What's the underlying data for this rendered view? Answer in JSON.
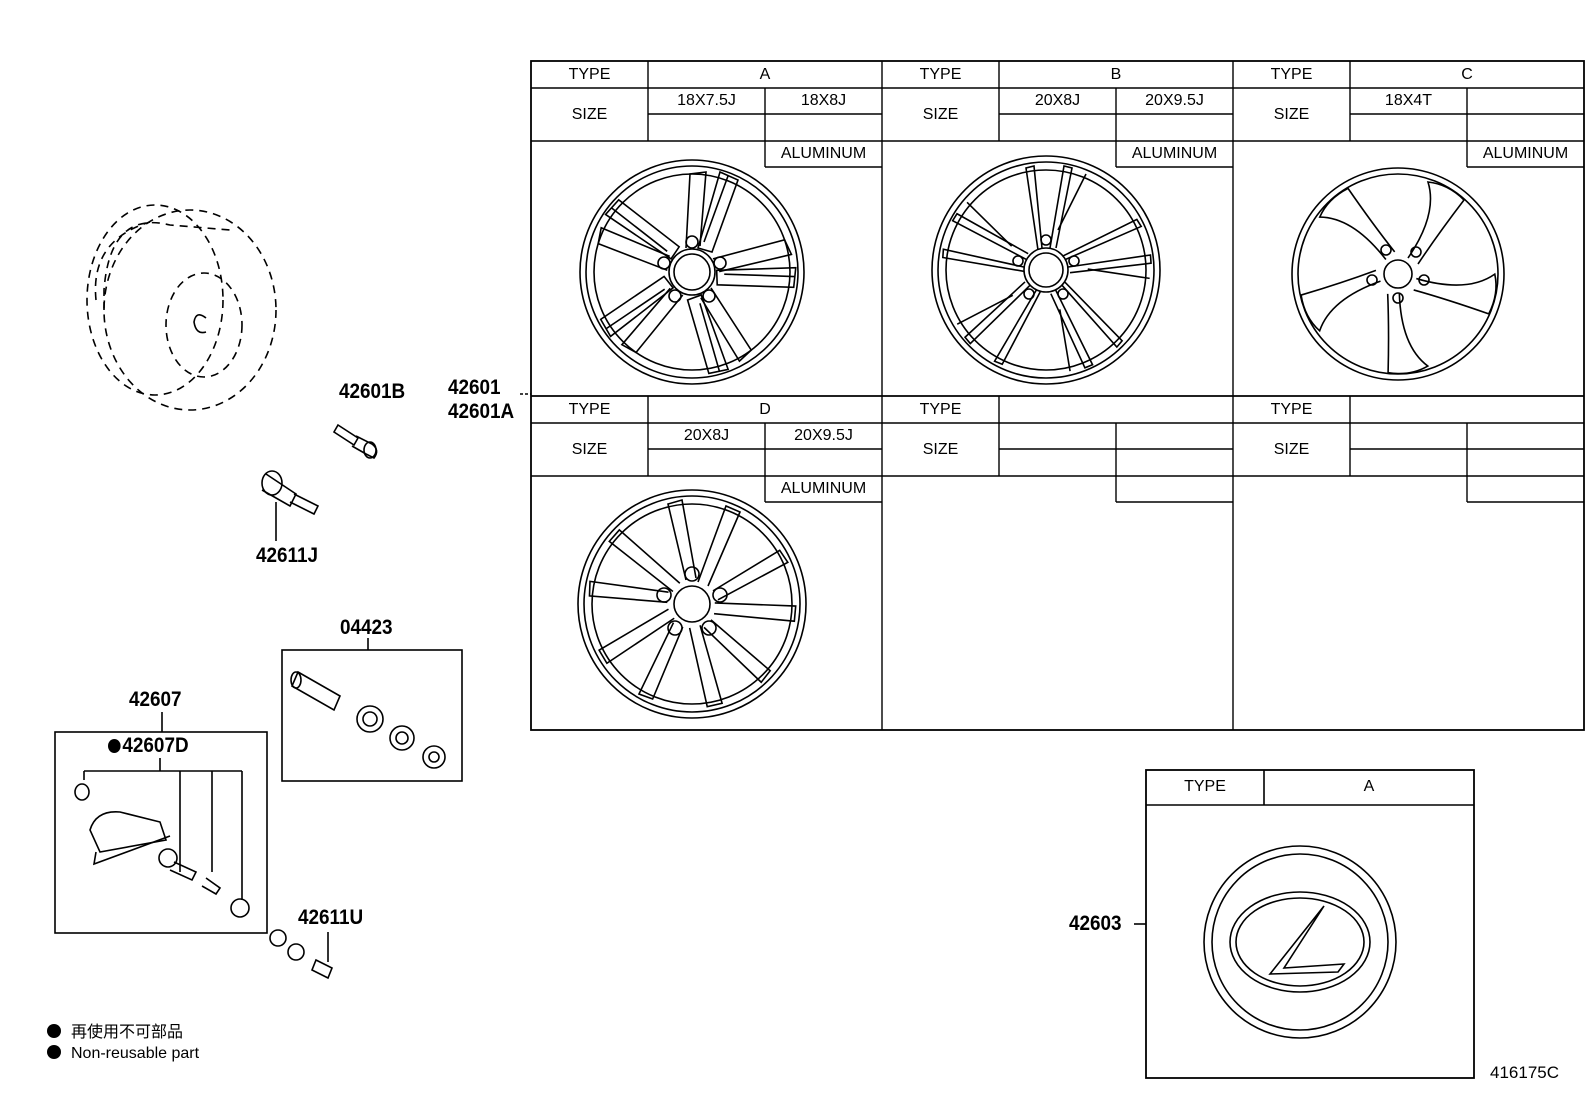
{
  "parts": {
    "p42601B": "42601B",
    "p42611J": "42611J",
    "p04423": "04423",
    "p42607": "42607",
    "p42607D": "42607D",
    "p42611U": "42611U",
    "p42601": "42601",
    "p42601A": "42601A",
    "p42603": "42603"
  },
  "table": {
    "type_label": "TYPE",
    "size_label": "SIZE",
    "material": "ALUMINUM",
    "A": {
      "type": "A",
      "sizes": [
        "18X7.5J",
        "18X8J"
      ]
    },
    "B": {
      "type": "B",
      "sizes": [
        "20X8J",
        "20X9.5J"
      ]
    },
    "C": {
      "type": "C",
      "sizes": [
        "18X4T"
      ]
    },
    "D": {
      "type": "D",
      "sizes": [
        "20X8J",
        "20X9.5J"
      ]
    }
  },
  "emblem": {
    "type_label": "TYPE",
    "type": "A"
  },
  "legend": {
    "jp": "再使用不可部品",
    "en": "Non-reusable part"
  },
  "diagram_id": "416175C"
}
